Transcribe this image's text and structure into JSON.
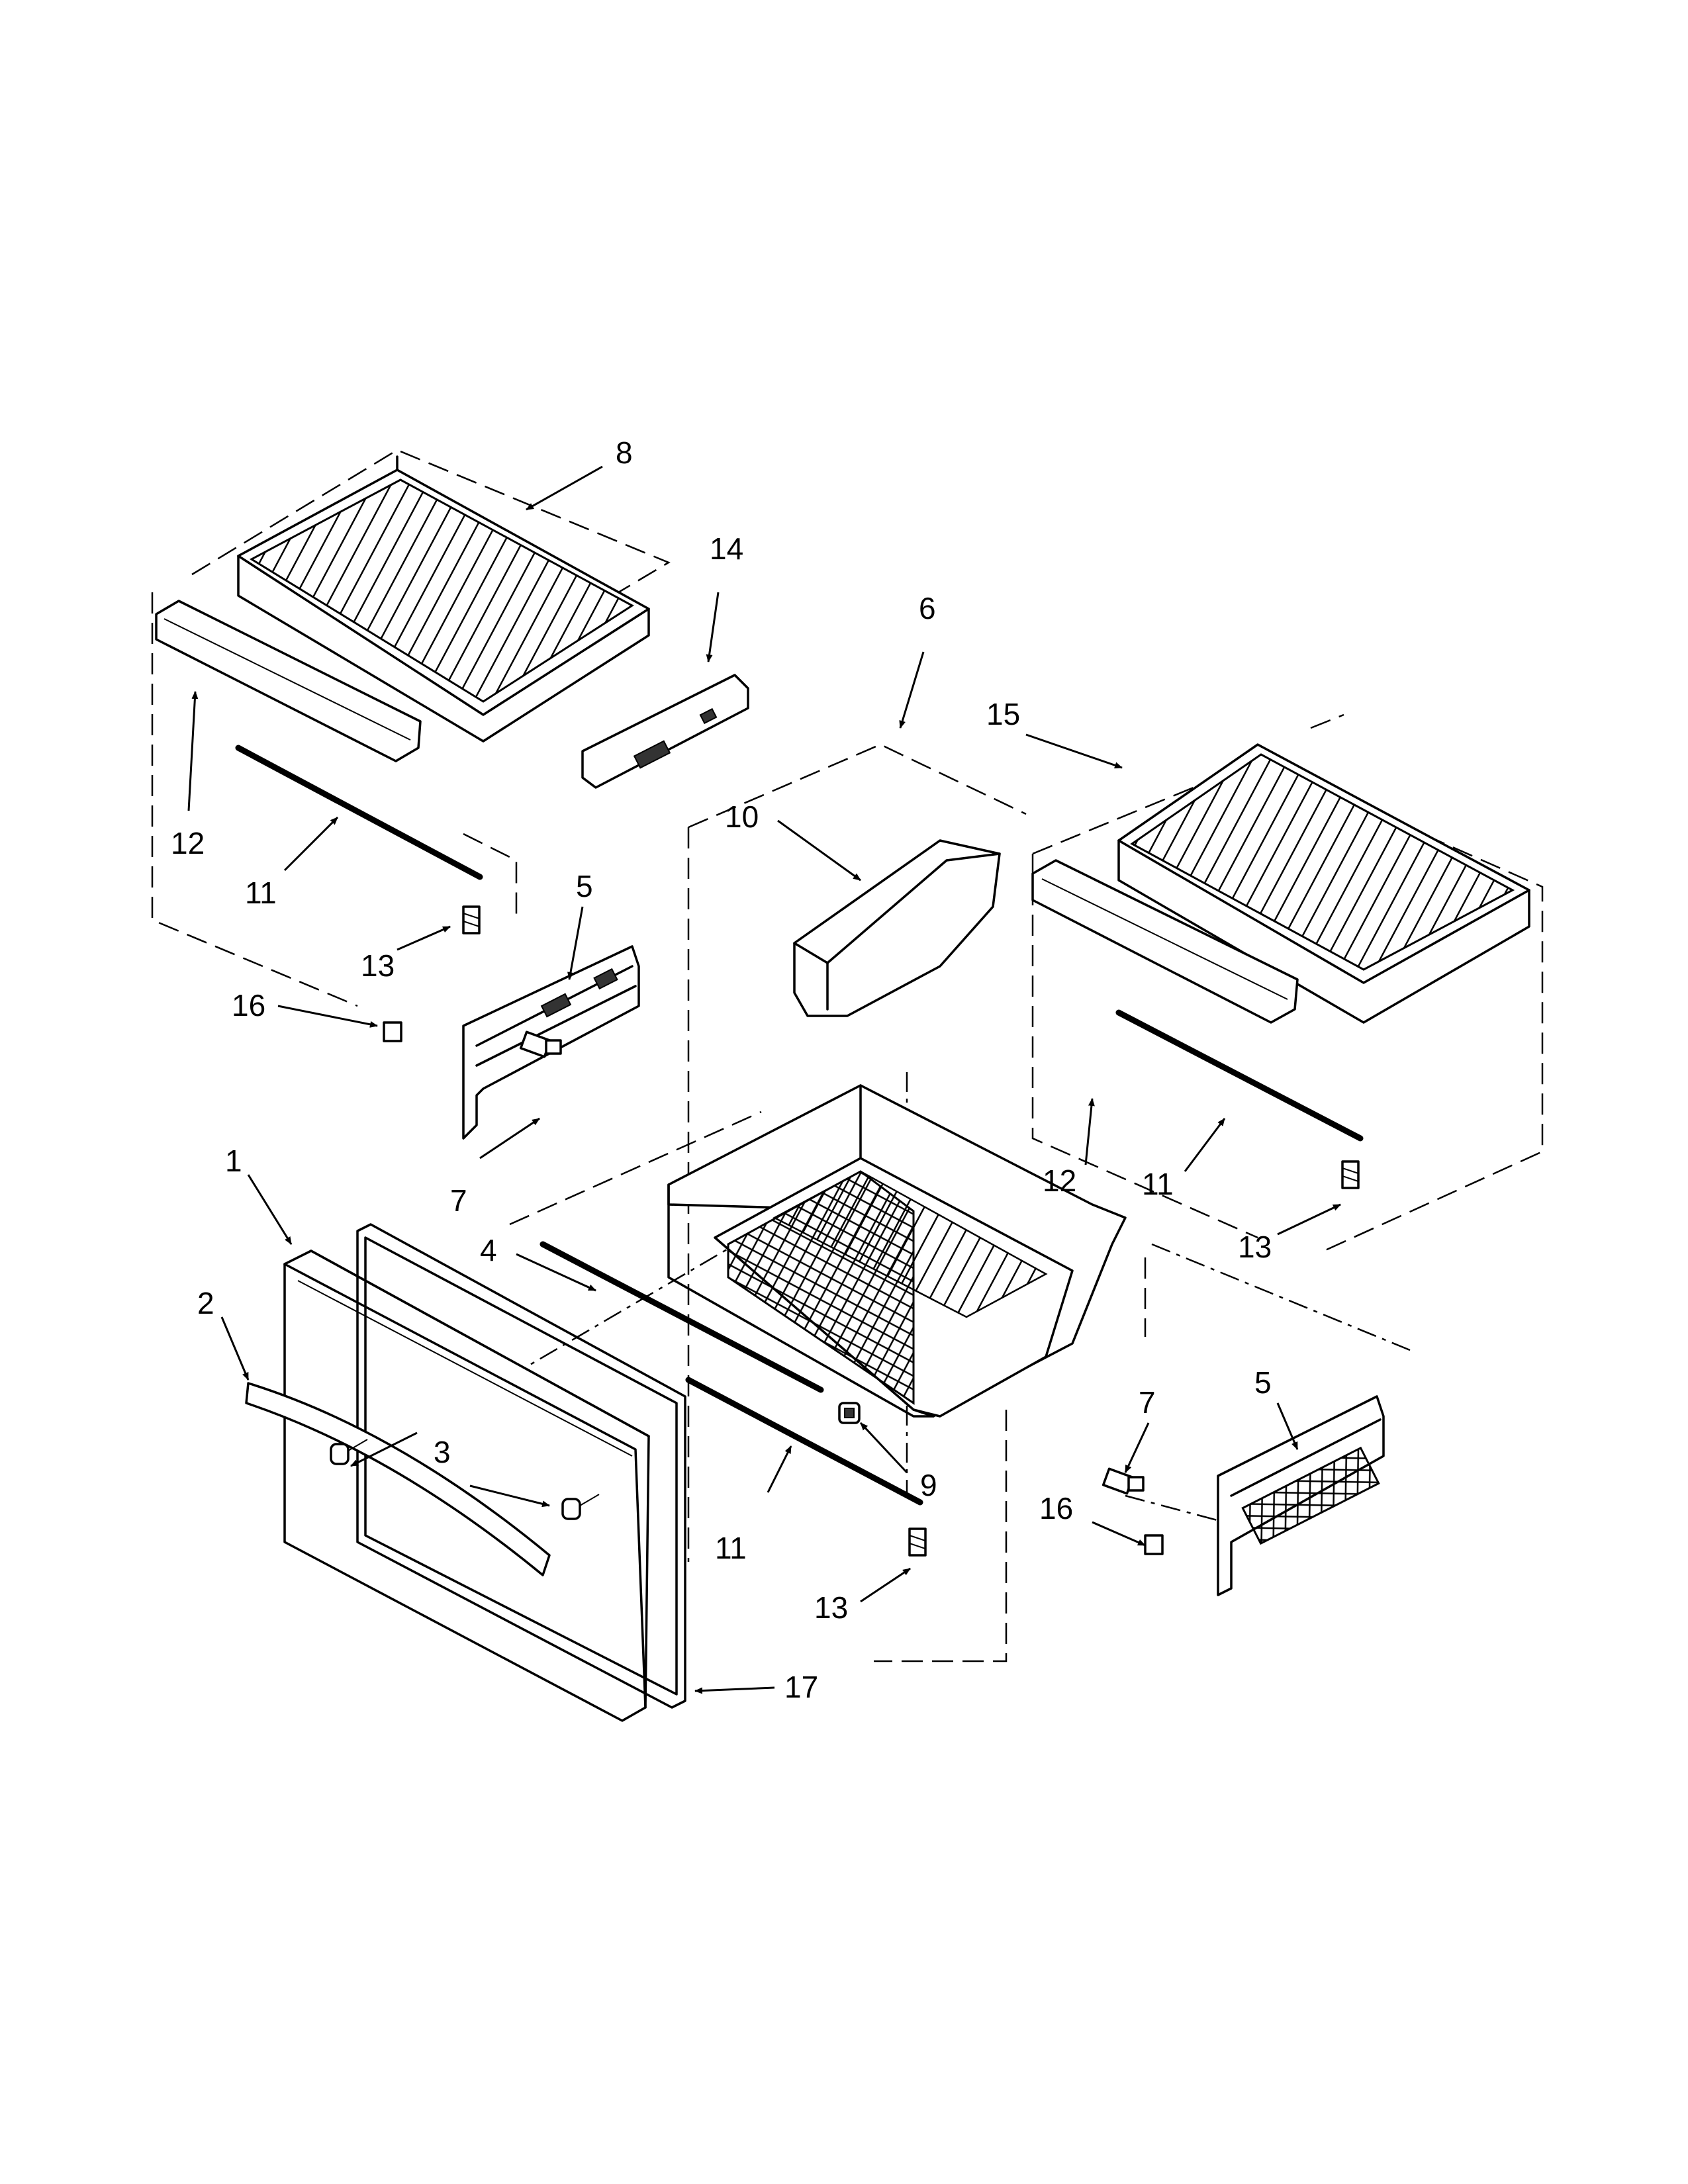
{
  "diagram": {
    "callouts": [
      {
        "id": "c8",
        "label": "8"
      },
      {
        "id": "c14",
        "label": "14"
      },
      {
        "id": "c6",
        "label": "6"
      },
      {
        "id": "c15",
        "label": "15"
      },
      {
        "id": "c10",
        "label": "10"
      },
      {
        "id": "c12a",
        "label": "12"
      },
      {
        "id": "c11a",
        "label": "11"
      },
      {
        "id": "c13a",
        "label": "13"
      },
      {
        "id": "c5a",
        "label": "5"
      },
      {
        "id": "c16a",
        "label": "16"
      },
      {
        "id": "c7a",
        "label": "7"
      },
      {
        "id": "c1",
        "label": "1"
      },
      {
        "id": "c2",
        "label": "2"
      },
      {
        "id": "c3",
        "label": "3"
      },
      {
        "id": "c4",
        "label": "4"
      },
      {
        "id": "c9",
        "label": "9"
      },
      {
        "id": "c11b",
        "label": "11"
      },
      {
        "id": "c13b",
        "label": "13"
      },
      {
        "id": "c17",
        "label": "17"
      },
      {
        "id": "c12b",
        "label": "12"
      },
      {
        "id": "c11c",
        "label": "11"
      },
      {
        "id": "c13c",
        "label": "13"
      },
      {
        "id": "c7b",
        "label": "7"
      },
      {
        "id": "c5b",
        "label": "5"
      },
      {
        "id": "c16b",
        "label": "16"
      }
    ]
  }
}
